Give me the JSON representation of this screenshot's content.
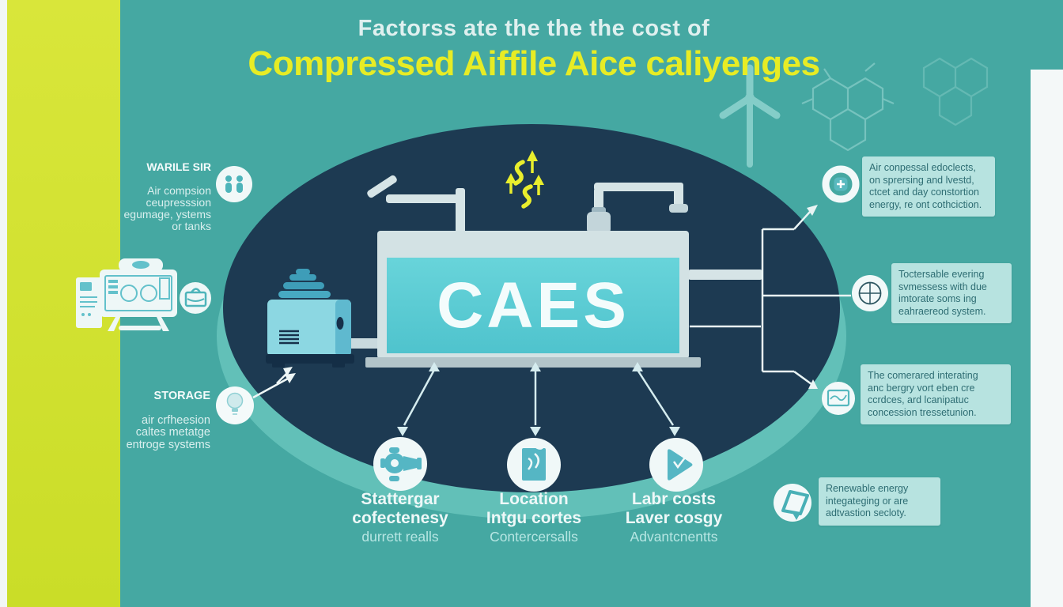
{
  "title": {
    "line1": "Factorss ate the the the cost of",
    "line2": "Compressed Aiffile Aice caliyenges"
  },
  "tank_label": "CAES",
  "left_blocks": [
    {
      "heading": "WARILE SIR",
      "body": "Air compsion\nceupresssion\negumage, ystems\nor tanks"
    },
    {
      "heading": "STORAGE",
      "body": "air crfheesion\ncaltes metatge\nentroge systems"
    }
  ],
  "bottom_items": [
    {
      "line1": "Stattergar",
      "line2": "cofectenesy",
      "line3": "durrett realls"
    },
    {
      "line1": "Location",
      "line2": "Intgu cortes",
      "line3": "Contercersalls"
    },
    {
      "line1": "Labr costs",
      "line2": "Laver cosgy",
      "line3": "Advantcnentts"
    }
  ],
  "right_boxes": [
    {
      "text": "Air conpessal edoclects,\non sprersing and lvestd,\nctcet and day constortion\nenergy, re ont cothciction."
    },
    {
      "text": "Toctersable evering\nsvmessess with due\nimtorate soms ing\neahraereod system."
    },
    {
      "text": "The comerared interating\nanc bergry vort eben cre\nccrdces, ard lcanipatuc\nconcession tressetunion."
    },
    {
      "text": "Renewable energy\nintegateging or are\nadtvastion secloty."
    }
  ],
  "icons": {
    "left_top_circle": "people-icon",
    "left_cabinet": "server-cabinet-icon",
    "left_machine": "control-panel-icon",
    "left_circle": "briefcase-icon",
    "storage_circle": "lightbulb-icon",
    "bottom_1": "compressor-icon",
    "bottom_2": "document-icon",
    "bottom_3": "play-icon",
    "right_1": "plus-circle-icon",
    "right_2": "globe-icon",
    "right_3": "envelope-icon",
    "right_4": "presentation-icon",
    "decor_top_right": "wind-turbine-icon",
    "decor_pattern": "molecule-pattern",
    "decor_center": "yellow-arrows-and-flames"
  },
  "colors": {
    "background": "#45a8a2",
    "stripe_yellow": "#d3e232",
    "ellipse_navy": "#1d3a52",
    "halo_teal": "#62c0b8",
    "tank_teal": "#59cbd3",
    "tank_frame": "#d3e2e4",
    "title_accent": "#e7ec25",
    "box_bg": "#b7e3e0",
    "box_text": "#2e6d73",
    "icon_teal": "#55b6c4",
    "decor_yellow": "#e9ee2d",
    "right_strip": "#f4f8f8"
  }
}
